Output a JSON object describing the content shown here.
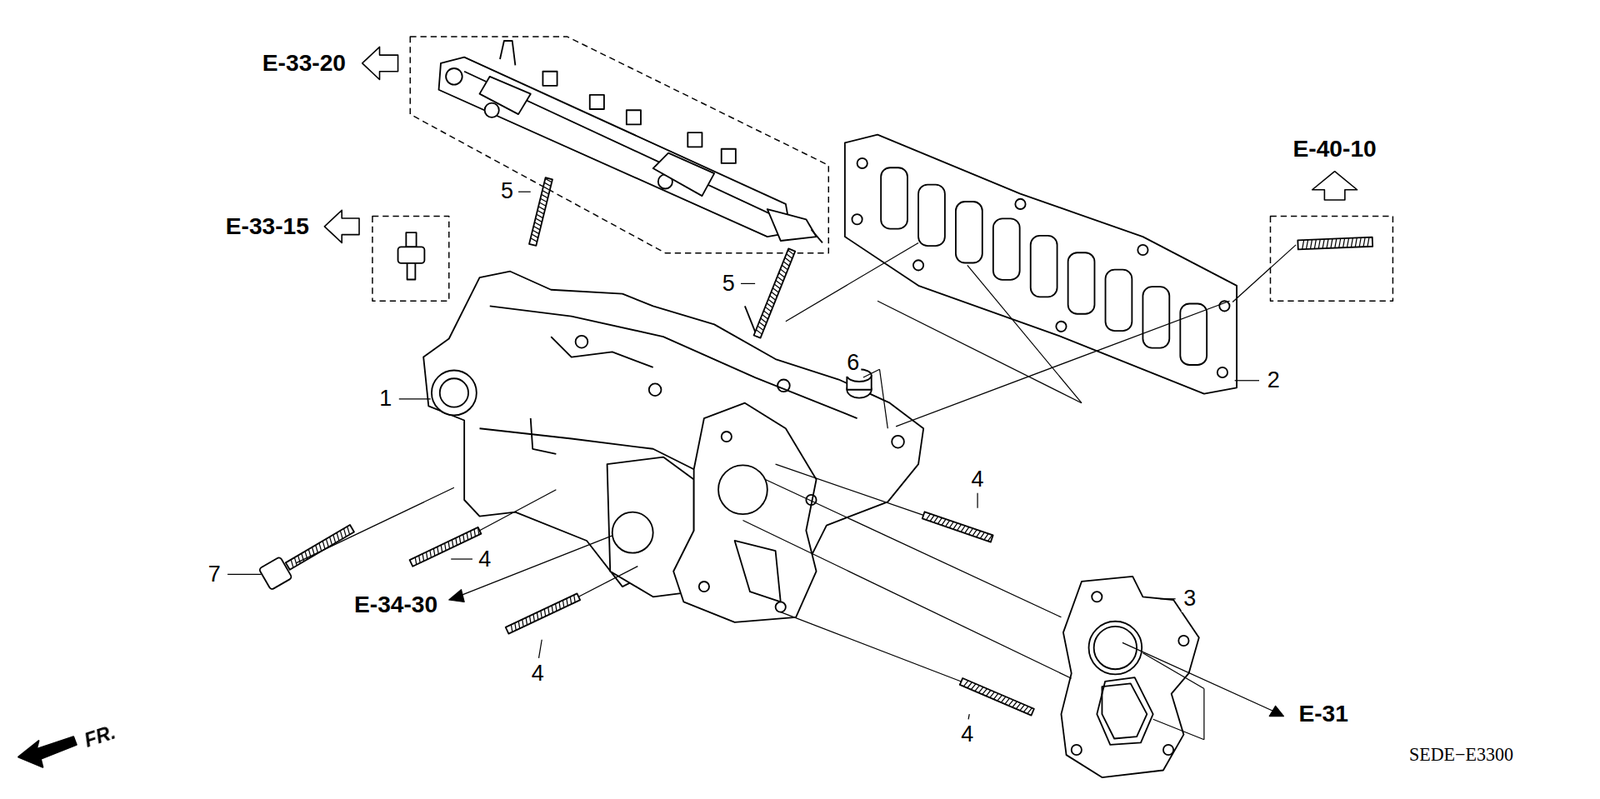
{
  "diagram": {
    "labels": [
      "E-33-20",
      "E-40-10",
      "5",
      "E-33-15",
      "5",
      "6",
      "1",
      "2",
      "4",
      "7",
      "4",
      "E-34-30",
      "3",
      "4",
      "E-31",
      "4",
      "FR.",
      "SEDE−E3300"
    ]
  }
}
